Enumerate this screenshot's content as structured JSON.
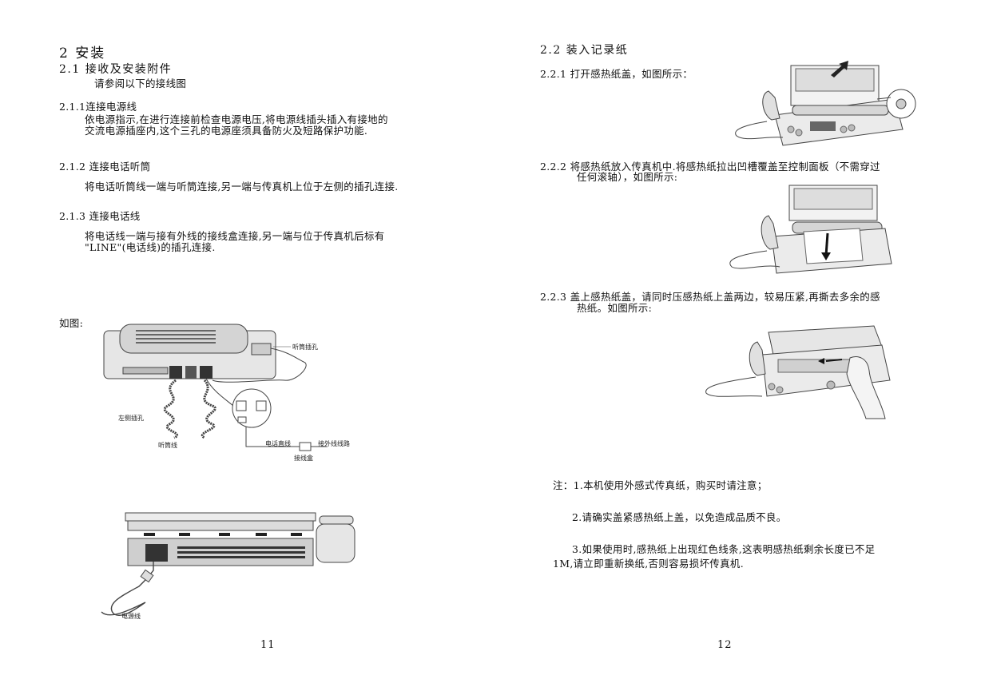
{
  "left_page": {
    "section_title": "2  安装",
    "s21_title": "2.1 接收及安装附件",
    "s21_text": "请参阅以下的接线图",
    "s211_title": "2.1.1连接电源线",
    "s211_line1": "依电源指示,在进行连接前检查电源电压,将电源线插头插入有接地的",
    "s211_line2": "交流电源插座内,这个三孔的电源座须具备防火及短路保护功能.",
    "s212_title": "2.1.2 连接电话听筒",
    "s212_text": "将电话听筒线一端与听筒连接,另一端与传真机上位于左侧的插孔连接.",
    "s213_title": "2.1.3 连接电话线",
    "s213_line1": "将电话线一端与接有外线的接线盒连接,另一端与位于传真机后标有",
    "s213_line2": "\"LINE\"(电话线)的插孔连接.",
    "figure_label": "如图:",
    "diagram_labels": {
      "handset_jack": "听筒插孔",
      "left_jack": "左侧插孔",
      "handset_cord": "听筒线",
      "phone_line": "电话直线",
      "external_line": "接外线线路",
      "junction_box": "接线盒",
      "power_cord": "电源线"
    },
    "page_number": "11"
  },
  "right_page": {
    "s22_title": "2.2 装入记录纸",
    "s221_text": "2.2.1 打开感热纸盖，如图所示：",
    "s222_line1": "2.2.2 将感热纸放入传真机中.将感热纸拉出凹槽覆盖至控制面板（不需穿过",
    "s222_line2": "任何滚轴），如图所示:",
    "s223_line1": "2.2.3 盖上感热纸盖，请同时压感热纸上盖两边，较易压紧,再撕去多余的感",
    "s223_line2": "热纸。如图所示:",
    "note1": "注：1.本机使用外感式传真纸，购买时请注意；",
    "note2": "2.请确实盖紧感热纸上盖，以免造成品质不良。",
    "note3_line1": "3.如果使用时,感热纸上出现红色线条,这表明感热纸剩余长度已不足",
    "note3_line2": "1M,请立即重新换纸,否则容易损坏传真机.",
    "page_number": "12"
  }
}
